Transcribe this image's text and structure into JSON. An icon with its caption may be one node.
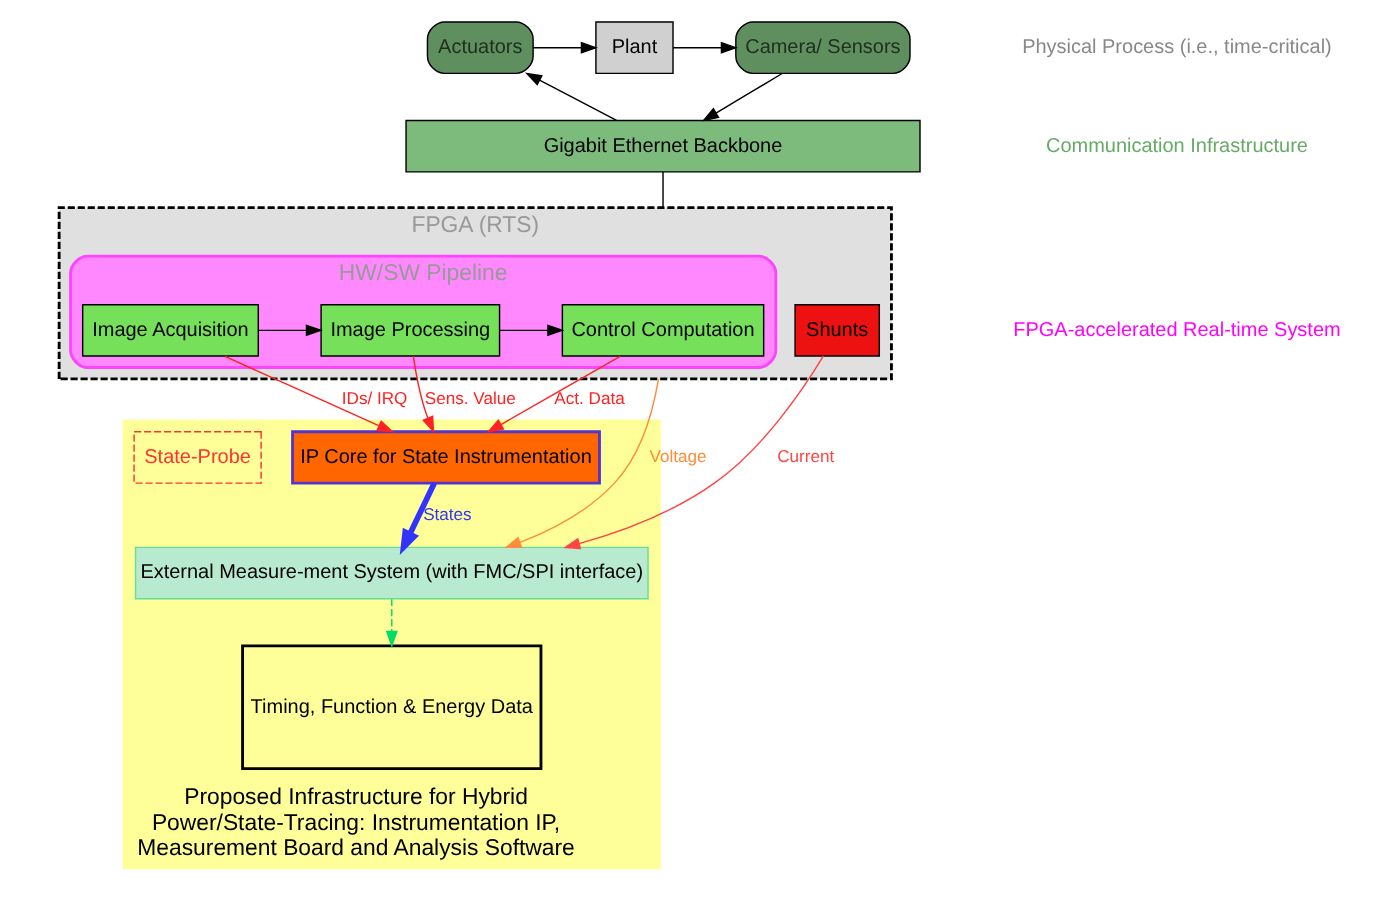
{
  "diagram": {
    "nodes": [
      {
        "text": [
          "Actuators"
        ]
      },
      {
        "text": [
          "Plant"
        ]
      },
      {
        "text": [
          "Camera/ Sensors"
        ]
      },
      {
        "text": [
          "Gigabit Ethernet Backbone"
        ]
      },
      {
        "text": [
          "FPGA (RTS)"
        ]
      },
      {
        "text": [
          "HW/SW Pipeline"
        ],
        "in": 4
      },
      {
        "text": [
          "Control Computation"
        ],
        "in": 5
      },
      {
        "text": [
          "Image Processing"
        ],
        "in": 5
      },
      {
        "text": [
          "Image Acquisition"
        ],
        "in": 5
      },
      {
        "text": [
          "Shunts"
        ],
        "in": 4
      },
      {
        "text": [
          "Proposed Infrastructure for Hybrid Power/State-Tracing: Instrumentation IP, Measurement Board and Analysis Software"
        ]
      },
      {
        "text": [
          "IP Core for State Instrumentation"
        ],
        "in": 10
      },
      {
        "text": [
          "State-Probe"
        ],
        "in": 10
      },
      {
        "text": [
          "External Measure-ment System (with FMC/SPI interface)"
        ],
        "in": 10
      },
      {
        "text": [
          "Timing, Function & Energy Data"
        ],
        "in": 10
      }
    ],
    "edges": [
      {
        "from": 3,
        "to": 0,
        "arrow": "to"
      },
      {
        "from": 0,
        "to": 1,
        "arrow": "to"
      },
      {
        "from": 1,
        "to": 2,
        "arrow": "to"
      },
      {
        "from": 2,
        "to": 3,
        "arrow": "to"
      },
      {
        "from": 3,
        "to": 4,
        "arrow": "none"
      },
      {
        "from": 8,
        "to": 7,
        "arrow": "to"
      },
      {
        "from": 7,
        "to": 6,
        "arrow": "to"
      },
      {
        "from": 6,
        "to": 11,
        "arrow": "to",
        "label": "Act. Data",
        "color": "#ff2222"
      },
      {
        "from": 7,
        "to": 11,
        "arrow": "to",
        "label": "Sens. Value",
        "color": "#ff2222"
      },
      {
        "from": 8,
        "to": 11,
        "arrow": "to",
        "label": "IDs/ IRQ",
        "color": "#ff2222"
      },
      {
        "from": 4,
        "to": 13,
        "arrow": "to",
        "label": "Voltage",
        "color": "#ff8c3a"
      },
      {
        "from": 9,
        "to": 13,
        "arrow": "to",
        "label": "Current",
        "color": "#ff4444"
      },
      {
        "from": 11,
        "to": 13,
        "arrow": "to",
        "label": "States",
        "color": "#3333ff",
        "style": "thick"
      },
      {
        "from": 13,
        "to": 14,
        "arrow": "to",
        "color": "#00dd66",
        "style": "dashed"
      }
    ],
    "labels": [
      "Physical Process (i.e., time-critical)",
      "Communication Infrastructure",
      "FPGA-accelerated Real-time System"
    ]
  }
}
